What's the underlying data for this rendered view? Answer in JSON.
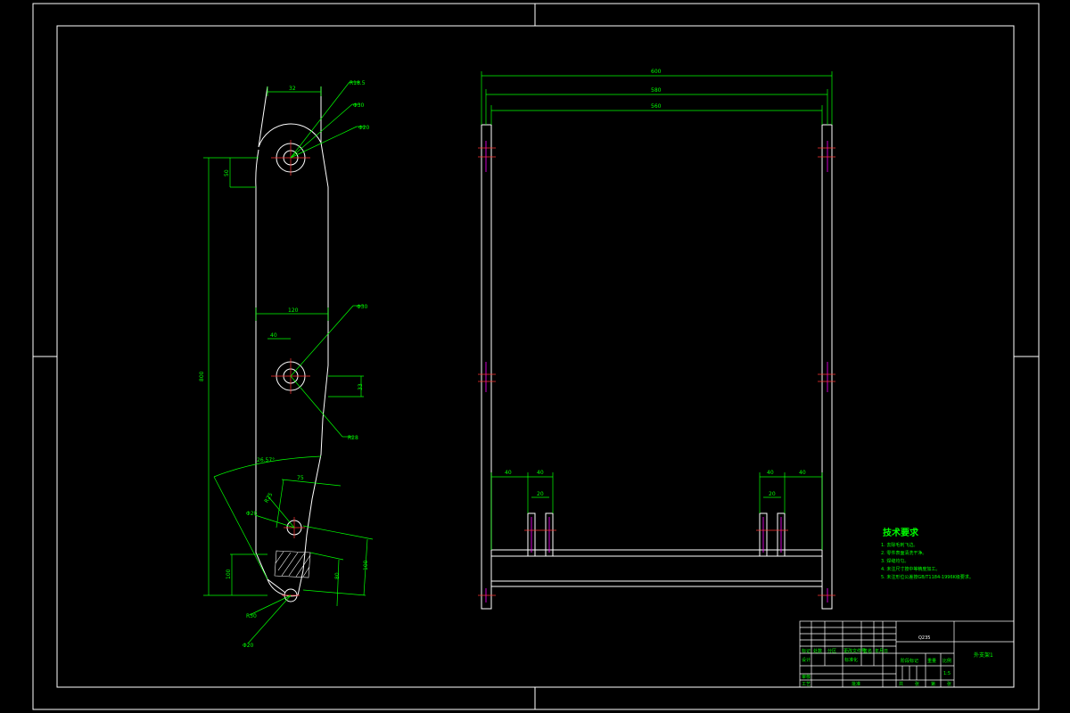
{
  "drawing": {
    "background": "#000000",
    "colors": {
      "outline": "#ffffff",
      "dimension": "#00ff00",
      "center_line": "#ff3333",
      "hidden": "#ff00ff"
    }
  },
  "side_view": {
    "dims": {
      "top_width": "32",
      "width_mid": "120",
      "offset": "40",
      "height_total": "800",
      "height_upper": "50",
      "right_off": "33",
      "angle": "26.57°",
      "lower_w": "75",
      "lower_h1": "100",
      "lower_h2": "80",
      "bottom_h": "100"
    },
    "callouts": {
      "top_r": "R18.5",
      "top_d1": "Φ30",
      "top_d2": "Φ20",
      "mid_d": "Φ30",
      "mid_r": "R28",
      "low_a": "R25",
      "low_b": "Φ20",
      "bot_a": "R30",
      "bot_b": "Φ20"
    }
  },
  "front_view": {
    "dims": {
      "overall": "600",
      "inner1": "580",
      "inner2": "560",
      "left_a": "40",
      "left_b": "40",
      "left_c": "20",
      "right_a": "40",
      "right_b": "40",
      "right_c": "20"
    }
  },
  "tech_req": {
    "title": "技术要求",
    "items": [
      "1. 去除毛刺飞边。",
      "2. 零件表面清洗干净。",
      "3. 焊缝均匀。",
      "4. 未注尺寸按中等精度加工。",
      "5. 未注形位公差按GB/T1184-1996K级要求。"
    ]
  },
  "title_block": {
    "material": "Q235",
    "part_name": "外支架1",
    "scale": "1:5",
    "row_labels": [
      "标记",
      "处数",
      "分区",
      "更改文件号",
      "签名",
      "年月日"
    ],
    "left_labels": [
      "设计",
      "审核",
      "工艺"
    ],
    "std": "标准化",
    "approve": "批准",
    "stage": "阶段标记",
    "weight": "重量",
    "ratio": "比例",
    "sheet_total": "共",
    "sheet_of": "张",
    "sheet_no": "第",
    "sheet_no2": "张"
  }
}
